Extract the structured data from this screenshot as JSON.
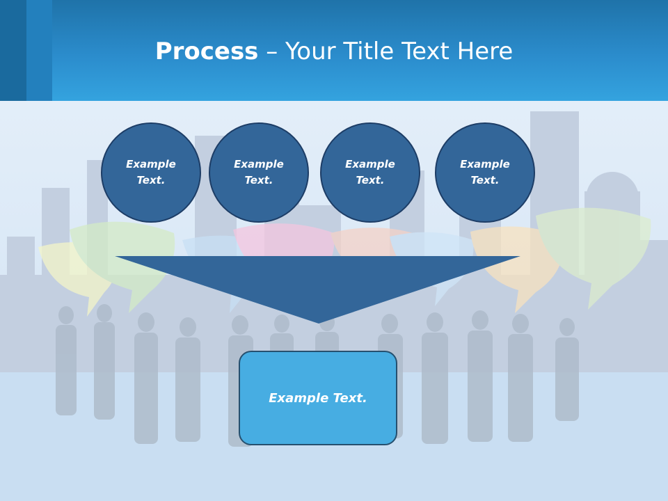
{
  "title": {
    "bold": "Process",
    "rest": " – Your Title Text Here"
  },
  "circles": [
    {
      "label": "Example Text."
    },
    {
      "label": "Example Text."
    },
    {
      "label": "Example Text."
    },
    {
      "label": "Example Text."
    }
  ],
  "result_box": {
    "label": "Example Text."
  },
  "colors": {
    "header": "#2b8ccc",
    "circle_fill": "#336699",
    "funnel_fill": "#336699",
    "box_fill": "#47ade2"
  }
}
